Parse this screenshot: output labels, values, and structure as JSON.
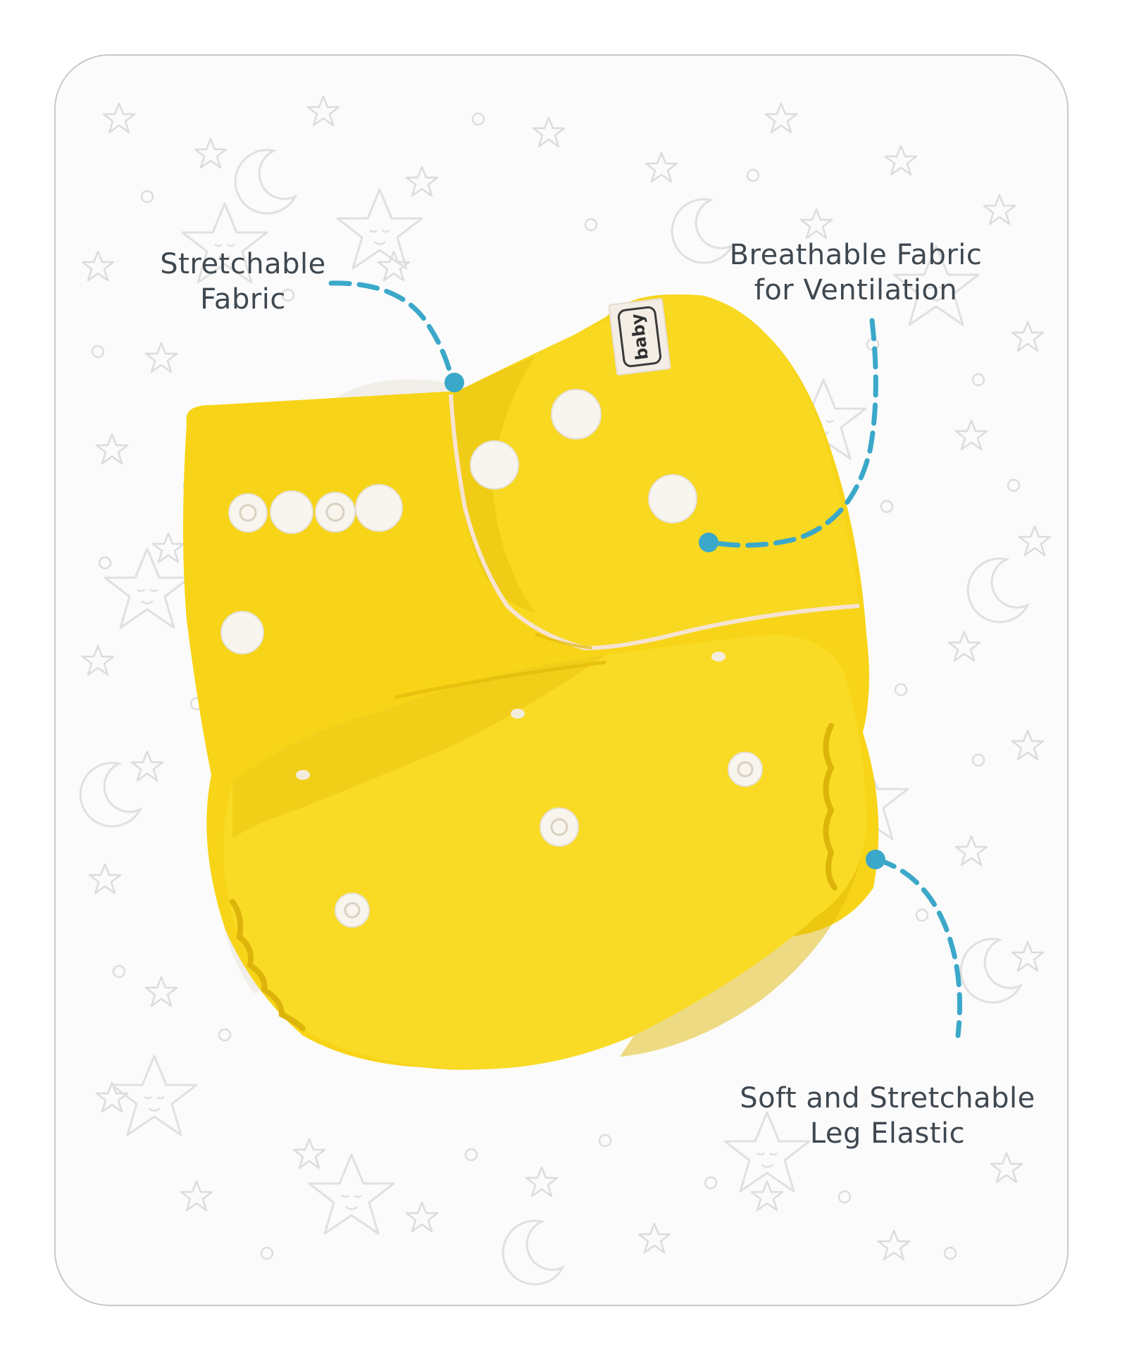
{
  "colors": {
    "accent": "#3ba8c9",
    "diaper": "#f7d417",
    "snap": "#f8f5ef",
    "label_text": "#3f4850",
    "border": "#c9c9c9"
  },
  "brand_tag": "baby",
  "callouts": [
    {
      "id": "stretch",
      "lines": [
        "Stretchable",
        "Fabric"
      ]
    },
    {
      "id": "breath",
      "lines": [
        "Breathable Fabric",
        "for Ventilation"
      ]
    },
    {
      "id": "leg",
      "lines": [
        "Soft and Stretchable",
        "Leg Elastic"
      ]
    }
  ]
}
